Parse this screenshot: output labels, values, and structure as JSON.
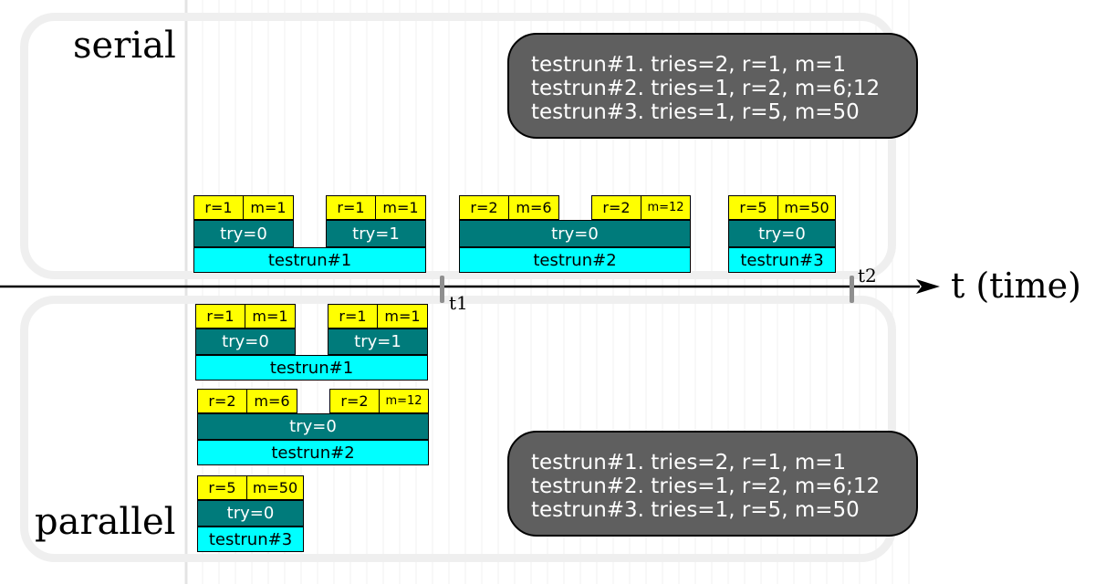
{
  "serial": {
    "title": "serial",
    "info": [
      "testrun#1. tries=2, r=1, m=1",
      "testrun#2. tries=1, r=2, m=6;12",
      "testrun#3. tries=1, r=5, m=50"
    ],
    "runs": [
      {
        "label": "testrun#1",
        "tries": [
          {
            "label": "try=0",
            "r": "r=1",
            "m": "m=1"
          },
          {
            "label": "try=1",
            "r": "r=1",
            "m": "m=1"
          }
        ]
      },
      {
        "label": "testrun#2",
        "tries": [
          {
            "label": "try=0",
            "tags": [
              {
                "r": "r=2",
                "m": "m=6"
              },
              {
                "r": "r=2",
                "m": "m=12"
              }
            ]
          }
        ]
      },
      {
        "label": "testrun#3",
        "tries": [
          {
            "label": "try=0",
            "r": "r=5",
            "m": "m=50"
          }
        ]
      }
    ]
  },
  "parallel": {
    "title": "parallel",
    "info": [
      "testrun#1. tries=2, r=1, m=1",
      "testrun#2. tries=1, r=2, m=6;12",
      "testrun#3. tries=1, r=5, m=50"
    ],
    "runs": [
      {
        "label": "testrun#1",
        "tries": [
          {
            "label": "try=0",
            "r": "r=1",
            "m": "m=1"
          },
          {
            "label": "try=1",
            "r": "r=1",
            "m": "m=1"
          }
        ]
      },
      {
        "label": "testrun#2",
        "tries": [
          {
            "label": "try=0",
            "tags": [
              {
                "r": "r=2",
                "m": "m=6"
              },
              {
                "r": "r=2",
                "m": "m=12"
              }
            ]
          }
        ]
      },
      {
        "label": "testrun#3",
        "tries": [
          {
            "label": "try=0",
            "r": "r=5",
            "m": "m=50"
          }
        ]
      }
    ]
  },
  "axis": {
    "label": "t (time)",
    "markers": [
      "t1",
      "t2"
    ]
  },
  "colors": {
    "tag": "#ffff00",
    "try": "#007b7b",
    "testrun": "#00ffff",
    "info_box": "#5f5f5f",
    "frame": "#efefef"
  }
}
